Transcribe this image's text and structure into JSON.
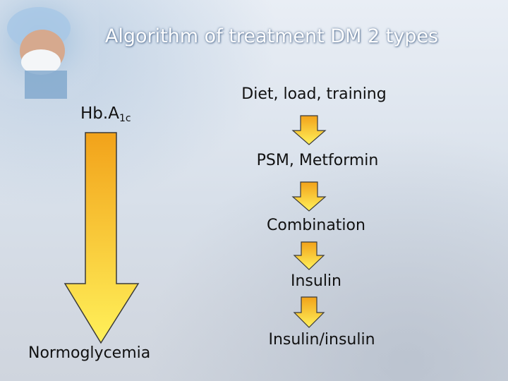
{
  "slide": {
    "title": "Algorithm of treatment DM 2 types"
  },
  "left_axis": {
    "top_label": "Hb.A",
    "top_label_sub": "1c",
    "bottom_label": "Normoglycemia"
  },
  "steps": [
    "Diet, load, training",
    "PSM, Metformin",
    "Combination",
    "Insulin",
    "Insulin/insulin"
  ],
  "colors": {
    "arrow_top": "#f2a21a",
    "arrow_bottom": "#fff15a",
    "arrow_stroke": "#3a3a3a",
    "title_text": "#ffffff"
  }
}
